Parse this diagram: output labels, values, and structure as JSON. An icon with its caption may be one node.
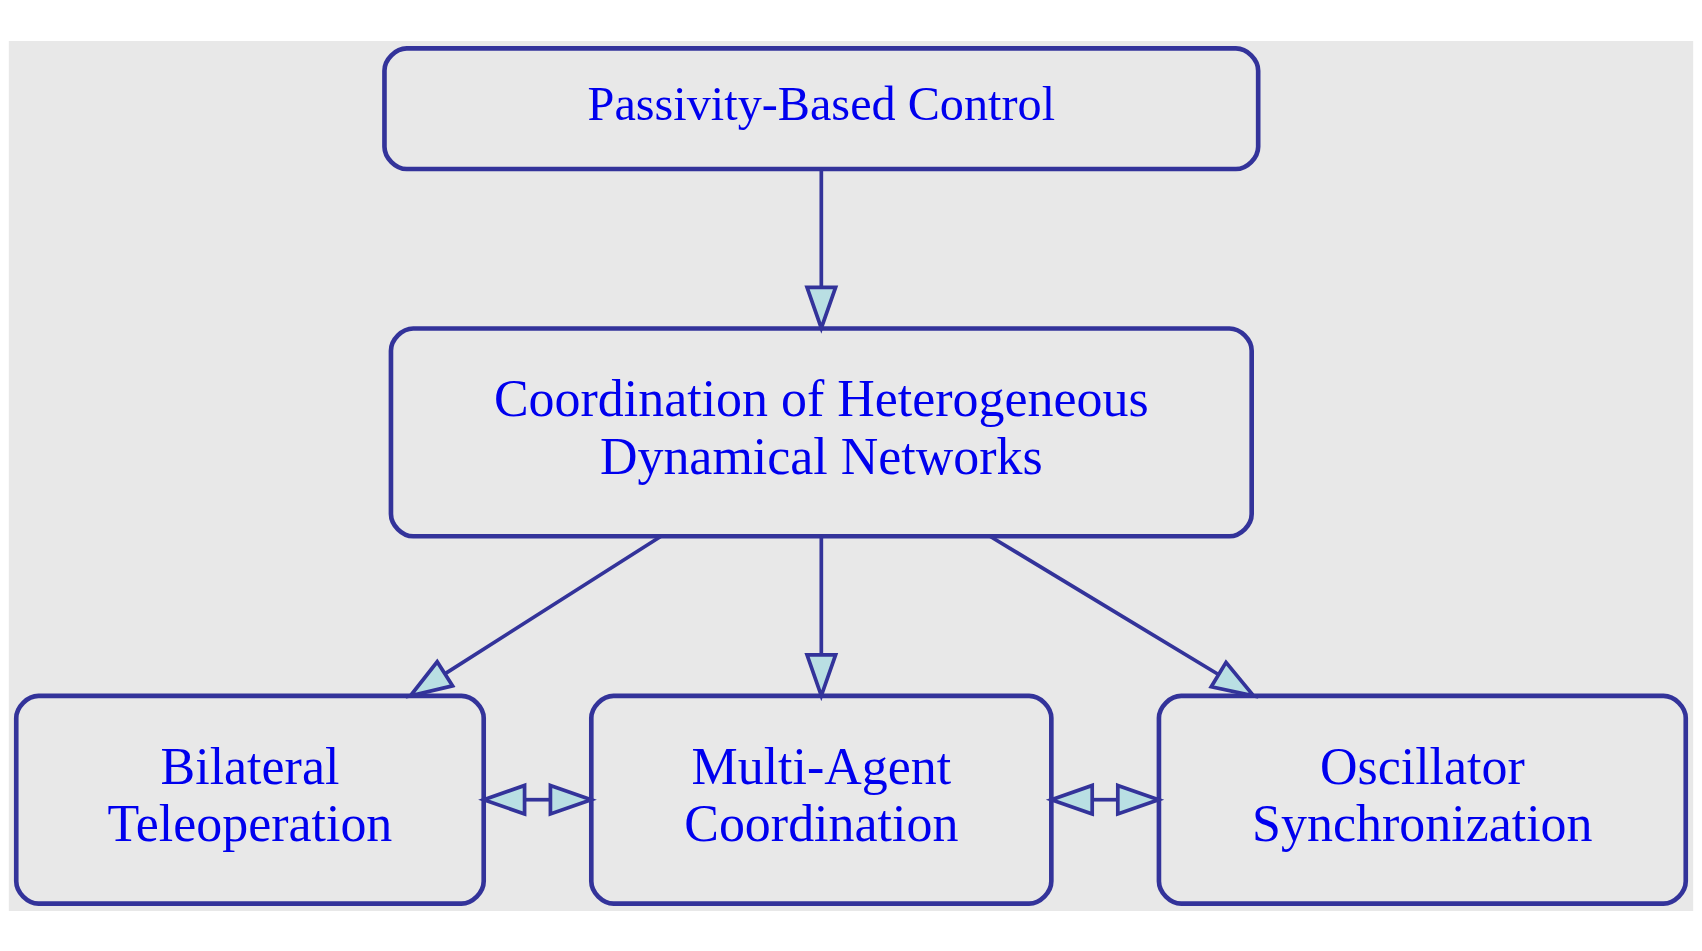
{
  "diagram": {
    "nodes": [
      {
        "text": [
          "Passivity-Based Control"
        ]
      },
      {
        "text": [
          "Coordination of Heterogeneous Dynamical Networks"
        ]
      },
      {
        "text": [
          "Bilateral Teleoperation"
        ]
      },
      {
        "text": [
          "Multi-Agent Coordination"
        ]
      },
      {
        "text": [
          "Oscillator Synchronization"
        ]
      }
    ],
    "edges": [
      {
        "from": 0,
        "to": 1,
        "arrow": "to"
      },
      {
        "from": 1,
        "to": 2,
        "arrow": "to"
      },
      {
        "from": 1,
        "to": 3,
        "arrow": "to"
      },
      {
        "from": 1,
        "to": 4,
        "arrow": "to"
      },
      {
        "from": 2,
        "to": 3,
        "arrow": "both"
      },
      {
        "from": 3,
        "to": 4,
        "arrow": "both"
      }
    ]
  }
}
